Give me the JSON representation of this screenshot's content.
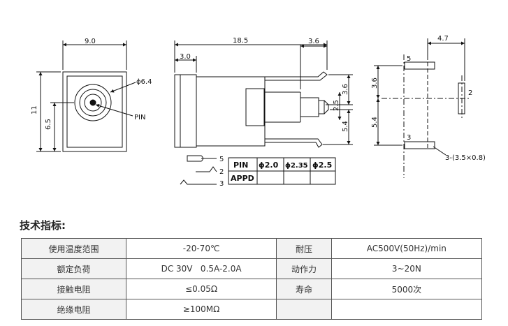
{
  "drawing": {
    "front_view": {
      "width_dim": "9.0",
      "height_dim": "11",
      "center_dim": "6.5",
      "hole_dim": "ϕ6.4",
      "pin_label": "PIN"
    },
    "side_view": {
      "length_dim": "18.5",
      "offset_dim": "3.0",
      "tip_dim": "3.6",
      "right_dim_top": "3.6",
      "right_dim_mid": "2.5",
      "right_dim_bot": "5.4"
    },
    "pin_view": {
      "width_dim": "4.7",
      "height_top": "3.6",
      "height_bot": "5.4",
      "pin5": "5",
      "pin2": "2",
      "pin3": "3",
      "pin_size": "3-(3.5×0.8)"
    },
    "schematic": {
      "pin5": "5",
      "pin2": "2",
      "pin3": "3"
    },
    "pin_table": {
      "headers": [
        "PIN",
        "ϕ2.0",
        "ϕ2.35",
        "ϕ2.5"
      ],
      "row_label": "APPD"
    }
  },
  "specs": {
    "title": "技术指标:",
    "rows": [
      {
        "label": "使用温度范围",
        "value": "-20-70℃",
        "label2": "耐压",
        "value2": "AC500V(50Hz)/min"
      },
      {
        "label": "额定负荷",
        "value": "DC 30V   0.5A-2.0A",
        "label2": "动作力",
        "value2": "3~20N"
      },
      {
        "label": "接触电阻",
        "value": "≤0.05Ω",
        "label2": "寿命",
        "value2": "5000次"
      },
      {
        "label": "绝缘电阻",
        "value": "≥100MΩ",
        "label2": "",
        "value2": ""
      }
    ]
  }
}
